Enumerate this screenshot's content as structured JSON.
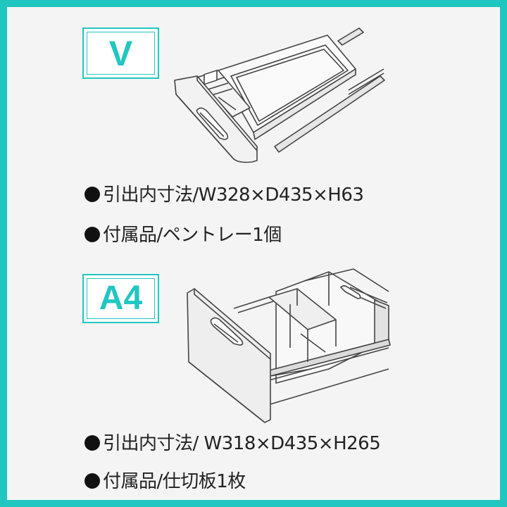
{
  "frame_color": "#20c7c0",
  "sections": [
    {
      "badge": "V",
      "specs": [
        "引出内寸法/W328×D435×H63",
        "付属品/ペントレー1個"
      ]
    },
    {
      "badge": "A4",
      "specs": [
        "引出内寸法/ W318×D435×H265",
        "付属品/仕切板1枚"
      ]
    }
  ]
}
